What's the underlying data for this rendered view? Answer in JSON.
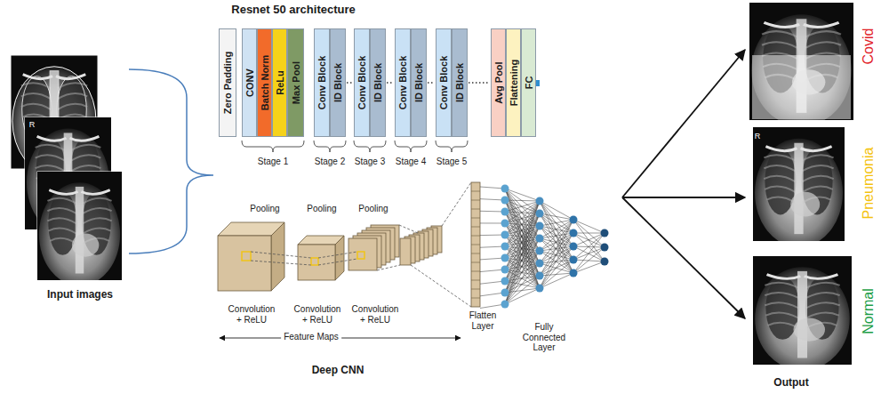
{
  "diagram": {
    "nodes": [
      {
        "text": [
          "Zero Padding"
        ]
      },
      {
        "text": [
          "CONV"
        ]
      },
      {
        "text": [
          "Batch Norm"
        ]
      },
      {
        "text": [
          "ReLu"
        ]
      },
      {
        "text": [
          "Max Pool"
        ]
      },
      {
        "text": [
          "Conv Block"
        ]
      },
      {
        "text": [
          "ID Block"
        ]
      },
      {
        "text": [
          "Conv Block"
        ]
      },
      {
        "text": [
          "ID Block"
        ]
      },
      {
        "text": [
          "Conv Block"
        ]
      },
      {
        "text": [
          "ID Block"
        ]
      },
      {
        "text": [
          "Conv Block"
        ]
      },
      {
        "text": [
          "ID Block"
        ]
      },
      {
        "text": [
          "Avg Pool"
        ]
      },
      {
        "text": [
          "Flattening"
        ]
      },
      {
        "text": [
          "FC"
        ]
      }
    ],
    "edges": [
      {
        "from": 6,
        "to": 7,
        "arrow": "none"
      },
      {
        "from": 8,
        "to": 9,
        "arrow": "none"
      },
      {
        "from": 10,
        "to": 11,
        "arrow": "none"
      },
      {
        "from": 12,
        "to": 13,
        "arrow": "none"
      }
    ],
    "labels": [
      "Resnet 50 architecture",
      "Stage 1",
      "Stage 2",
      "Stage 3",
      "Stage 4",
      "Stage 5",
      "Pooling",
      "Pooling",
      "Pooling",
      "Convolution + ReLU",
      "Convolution + ReLU",
      "Convolution + ReLU",
      "Flatten Layer",
      "Fully Connected Layer",
      "Feature Maps",
      "Deep CNN",
      "Input images",
      "Covid",
      "Pneumonia",
      "Normal",
      "Output",
      "R",
      "R"
    ]
  }
}
